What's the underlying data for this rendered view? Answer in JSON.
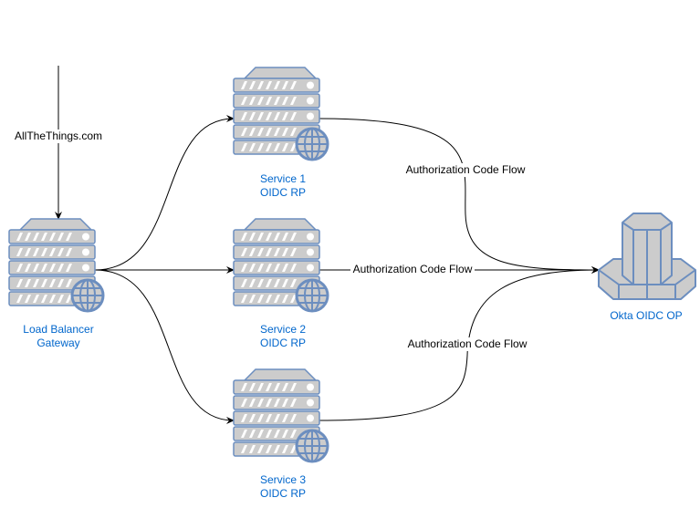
{
  "colors": {
    "node_fill": "#cccccc",
    "node_stroke": "#6c8ebf",
    "node_label": "#0066cc",
    "edge": "#000000"
  },
  "nodes": {
    "load_balancer": {
      "icon": "server-web-icon",
      "line1": "Load Balancer",
      "line2": "Gateway"
    },
    "service1": {
      "icon": "server-web-icon",
      "line1": "Service 1",
      "line2": "OIDC RP"
    },
    "service2": {
      "icon": "server-web-icon",
      "line1": "Service 2",
      "line2": "OIDC RP"
    },
    "service3": {
      "icon": "server-web-icon",
      "line1": "Service 3",
      "line2": "OIDC RP"
    },
    "okta": {
      "icon": "database-server-icon",
      "line1": "Okta OIDC OP"
    }
  },
  "edges": {
    "entry_label": "AllTheThings.com",
    "flow1_label": "Authorization Code Flow",
    "flow2_label": "Authorization Code Flow",
    "flow3_label": "Authorization Code Flow"
  }
}
